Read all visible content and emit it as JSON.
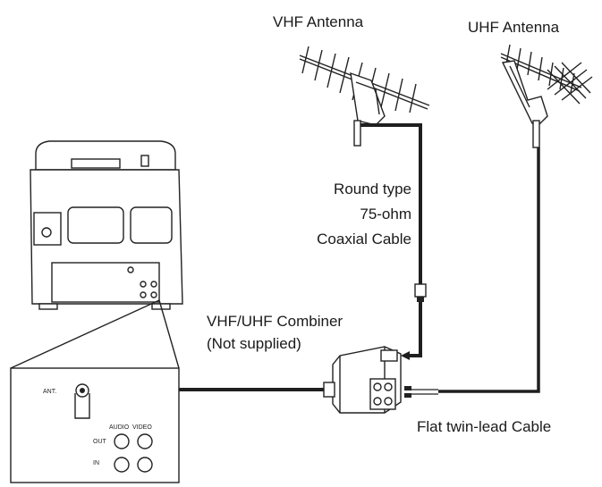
{
  "labels": {
    "vhf_antenna": "VHF Antenna",
    "uhf_antenna": "UHF Antenna",
    "coax_line1": "Round type",
    "coax_line2": "75-ohm",
    "coax_line3": "Coaxial Cable",
    "combiner_line1": "VHF/UHF Combiner",
    "combiner_line2": "(Not supplied)",
    "twinlead": "Flat twin-lead Cable"
  },
  "panel": {
    "ant": "ANT.",
    "audio": "AUDIO",
    "video": "VIDEO",
    "out": "OUT",
    "in": "IN"
  }
}
